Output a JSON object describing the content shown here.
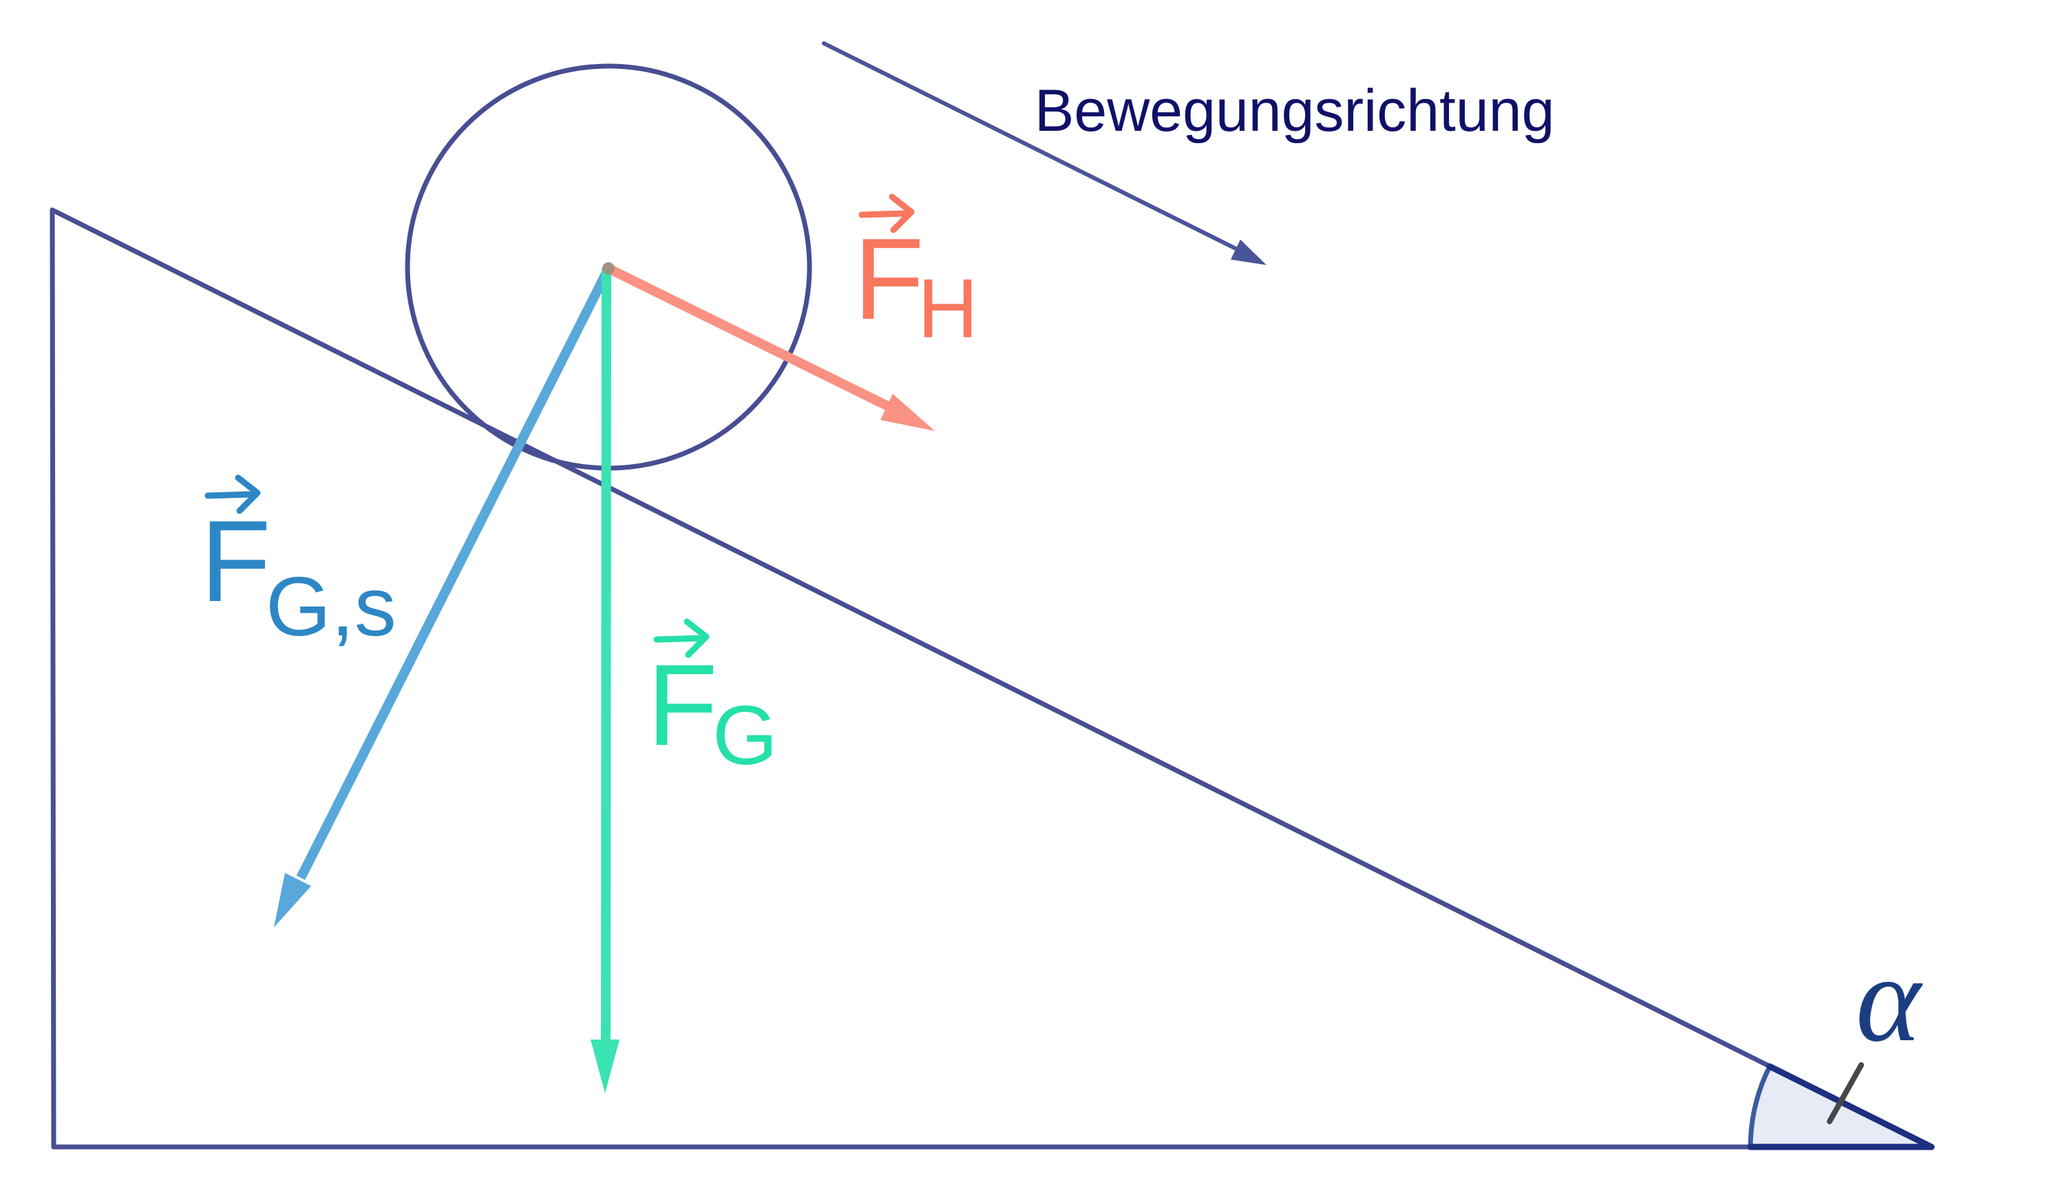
{
  "labels": {
    "direction": "Bewegungsrichtung",
    "alpha": "α",
    "f_h": {
      "main": "F",
      "sub": "H"
    },
    "f_g": {
      "main": "F",
      "sub": "G"
    },
    "f_gs": {
      "main": "F",
      "sub": "G,s"
    }
  },
  "colors": {
    "outline": "#474E92",
    "outline-dark": "#1E2F80",
    "arc": "#3B5C9F",
    "sector-fill": "#E7EBF6",
    "tick": "#474747",
    "direction-arrow": "#4A5499",
    "direction-text": "#10106A",
    "alpha-text": "#1A3E80",
    "fh-arrow": "#FA9283",
    "fh-label": "#F8775F",
    "fgs-arrow": "#58A8DA",
    "fgs-label": "#2E87C5",
    "fg-arrow": "#3BE2B2",
    "fg-label": "#25E0A9",
    "origin-dot": "#A3907F"
  }
}
